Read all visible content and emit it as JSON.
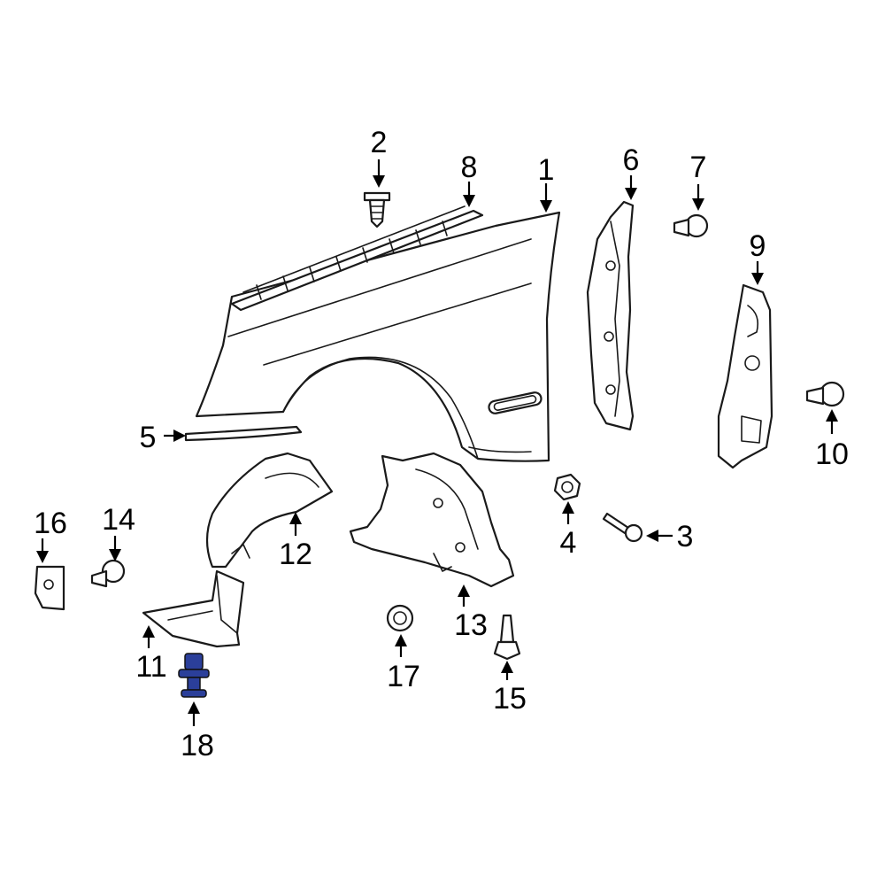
{
  "diagram": {
    "highlight_color": "#2b3f9a",
    "line_color": "#1a1a1a",
    "background": "#ffffff",
    "callouts": [
      {
        "id": "1",
        "label": "1"
      },
      {
        "id": "2",
        "label": "2"
      },
      {
        "id": "3",
        "label": "3"
      },
      {
        "id": "4",
        "label": "4"
      },
      {
        "id": "5",
        "label": "5"
      },
      {
        "id": "6",
        "label": "6"
      },
      {
        "id": "7",
        "label": "7"
      },
      {
        "id": "8",
        "label": "8"
      },
      {
        "id": "9",
        "label": "9"
      },
      {
        "id": "10",
        "label": "10"
      },
      {
        "id": "11",
        "label": "11"
      },
      {
        "id": "12",
        "label": "12"
      },
      {
        "id": "13",
        "label": "13"
      },
      {
        "id": "14",
        "label": "14"
      },
      {
        "id": "15",
        "label": "15"
      },
      {
        "id": "16",
        "label": "16"
      },
      {
        "id": "17",
        "label": "17"
      },
      {
        "id": "18",
        "label": "18"
      }
    ],
    "highlighted_part": "18"
  }
}
